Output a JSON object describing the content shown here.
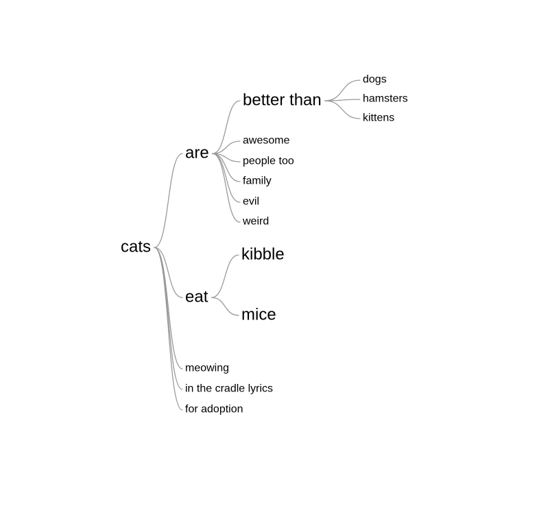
{
  "word_tree": {
    "root": "cats",
    "branch_color": "#999999",
    "text_color": "#000000",
    "children": [
      {
        "word": "are",
        "children": [
          {
            "word": "better than",
            "children": [
              {
                "word": "dogs"
              },
              {
                "word": "hamsters"
              },
              {
                "word": "kittens"
              }
            ]
          },
          {
            "word": "awesome"
          },
          {
            "word": "people too"
          },
          {
            "word": "family"
          },
          {
            "word": "evil"
          },
          {
            "word": "weird"
          }
        ]
      },
      {
        "word": "eat",
        "children": [
          {
            "word": "kibble"
          },
          {
            "word": "mice"
          }
        ]
      },
      {
        "word": "meowing"
      },
      {
        "word": "in the cradle lyrics"
      },
      {
        "word": "for adoption"
      }
    ]
  }
}
